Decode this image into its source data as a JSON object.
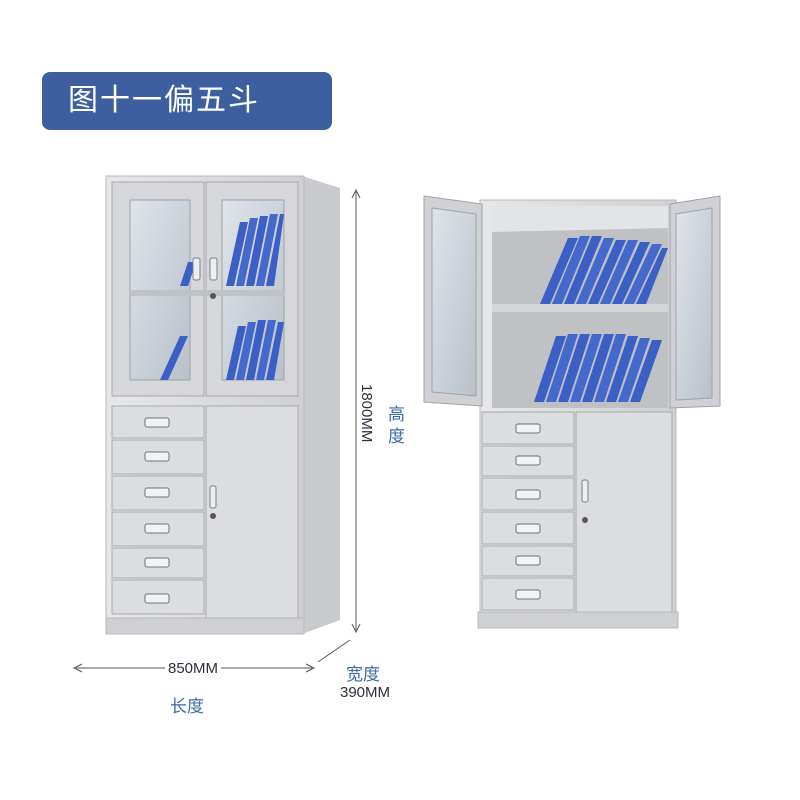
{
  "banner": {
    "title": "图十一偏五斗"
  },
  "dimensions": {
    "height": {
      "value": "1800MM",
      "label_line1": "高",
      "label_line2": "度"
    },
    "length": {
      "value": "850MM",
      "label": "长度"
    },
    "depth": {
      "value": "390MM",
      "label": "宽度"
    }
  },
  "colors": {
    "banner": "#3d5fa0",
    "cabinet": "#d9dadc",
    "binder": "#3b5fc4",
    "label_accent": "#3c69a8"
  }
}
